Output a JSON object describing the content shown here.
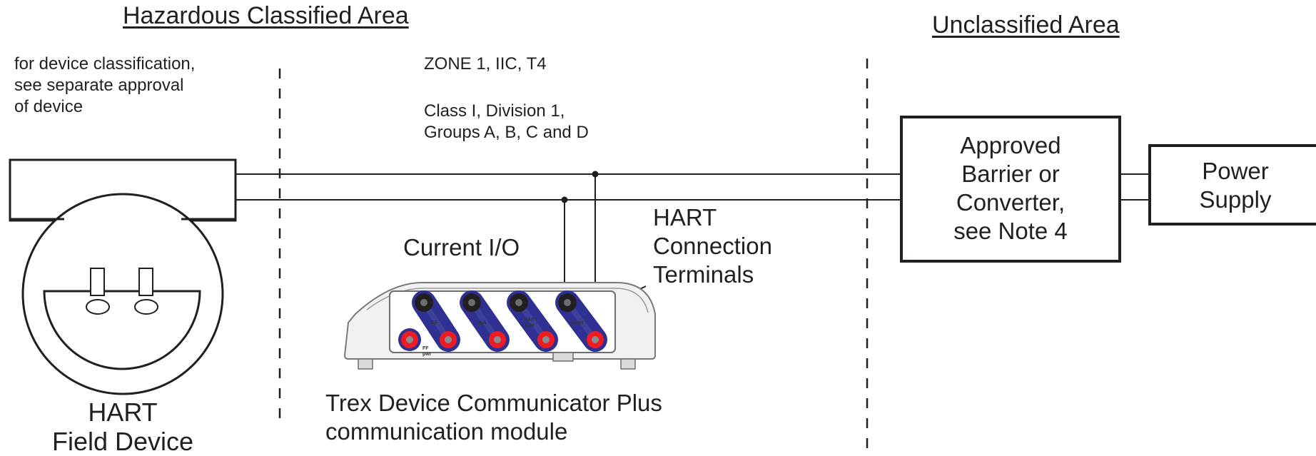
{
  "areas": {
    "hazardous_title": "Hazardous Classified Area",
    "unclassified_title": "Unclassified Area"
  },
  "notes": {
    "device_classification": [
      "for device  classification,",
      "see separate approval",
      "of device"
    ],
    "zone": "ZONE 1, IIC, T4",
    "class_division": [
      "Class I, Division 1,",
      "Groups A, B, C and D"
    ]
  },
  "components": {
    "field_device": [
      "HART",
      "Field Device"
    ],
    "current_io": "Current I/O",
    "hart_terminals": [
      "HART",
      "Connection",
      "Terminals"
    ],
    "trex": [
      "Trex Device Communicator Plus",
      "communication module"
    ],
    "barrier": [
      "Approved",
      "Barrier or",
      "Converter,",
      "see Note 4"
    ],
    "power_supply": [
      "Power",
      "Supply"
    ]
  },
  "terminal_labels": {
    "ff": "FF",
    "ma": "mA",
    "hart_pwr_1": "HART",
    "hart_pwr_2": "+ pwr",
    "hart": "HART",
    "ff_pwr_1": "FF",
    "ff_pwr_2": "pwr"
  },
  "colors": {
    "line": "#231f20",
    "terminal_band": "#2e3192",
    "red_terminal": "#ed1c24",
    "black_terminal": "#231f20",
    "module_body": "#f1f1f1"
  }
}
